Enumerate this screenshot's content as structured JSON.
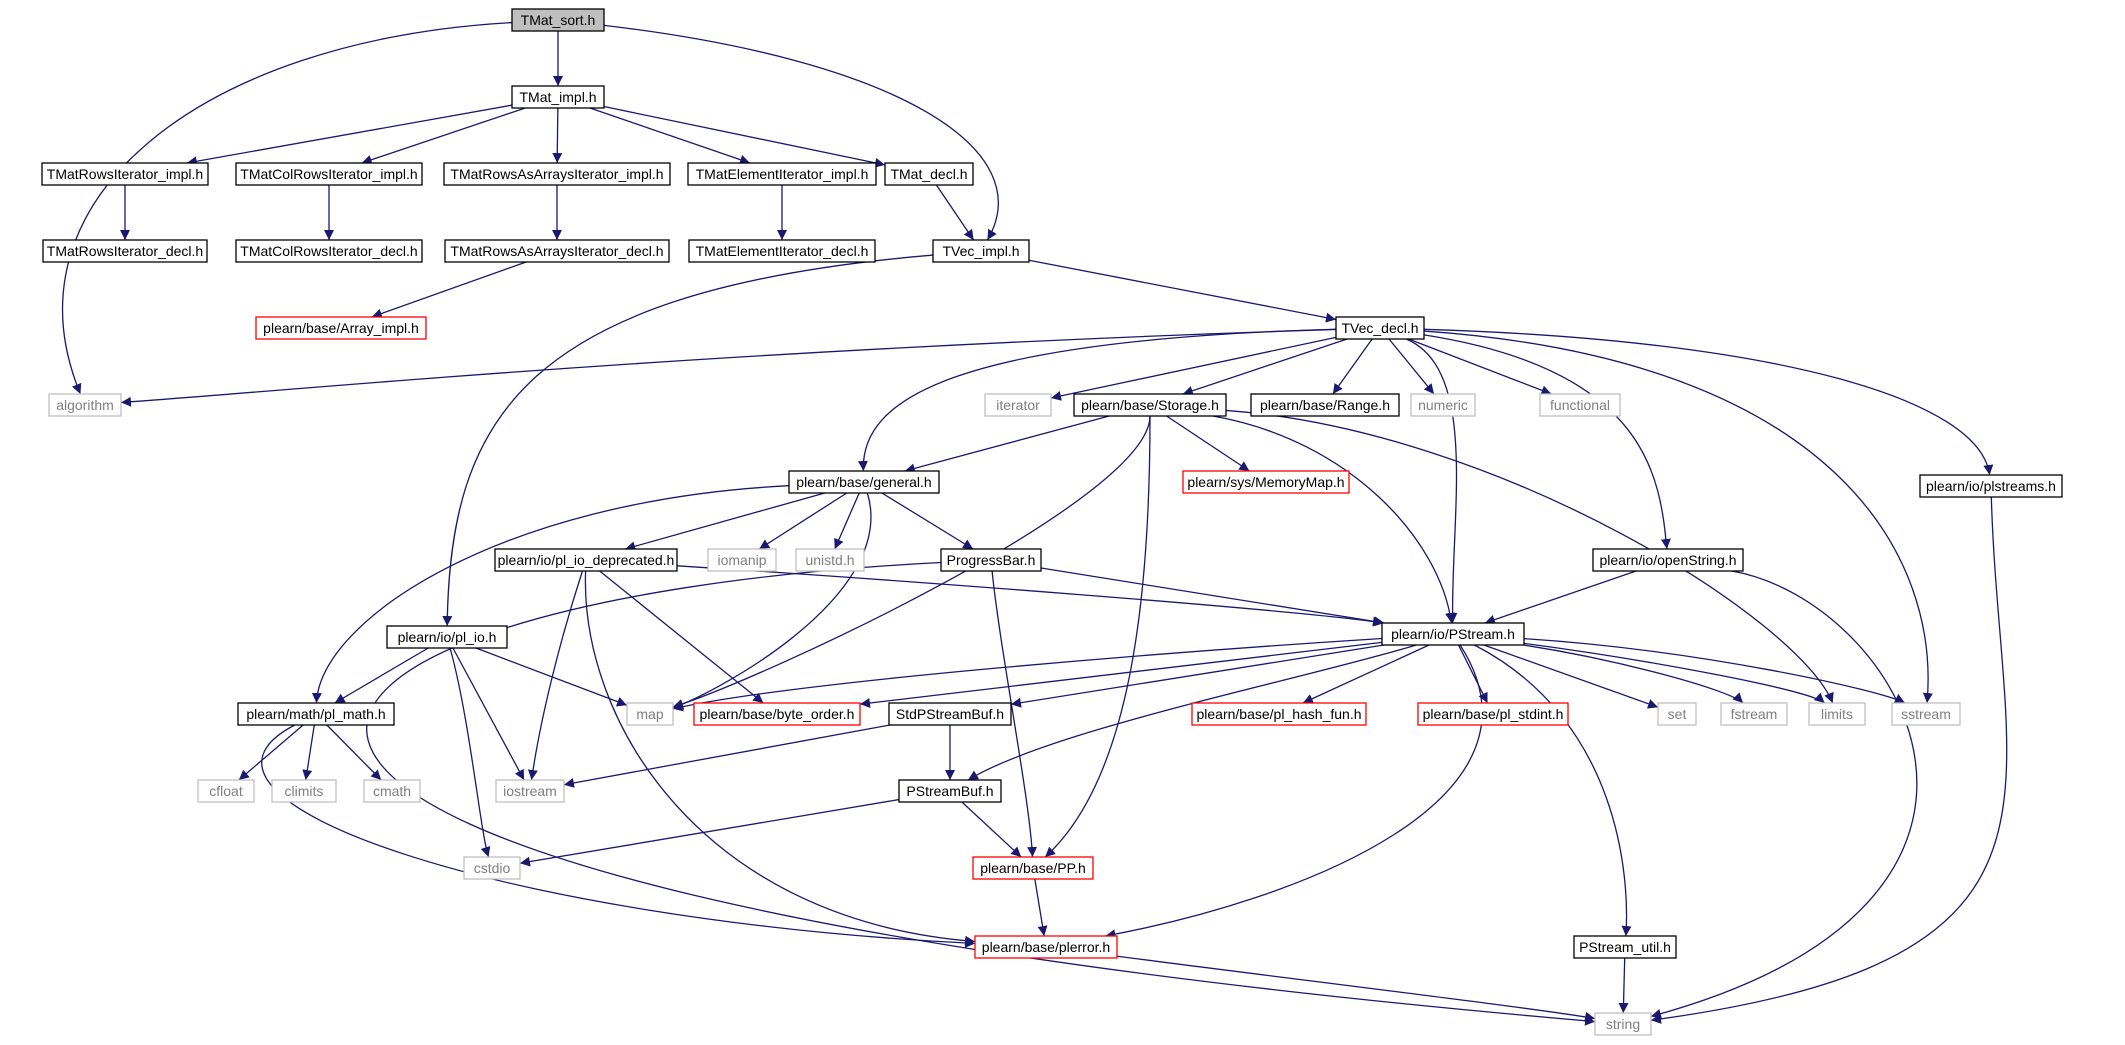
{
  "colors": {
    "edge": "#191970",
    "root_fill": "#bfbfbf",
    "node_border": "#000000",
    "undocumented_border": "#ff0000",
    "external_border": "#bfbfbf",
    "external_text": "#7f7f7f",
    "text": "#000000"
  },
  "nodes": [
    {
      "id": "tmat_sort",
      "label": "TMat_sort.h",
      "kind": "root"
    },
    {
      "id": "tmat_impl",
      "label": "TMat_impl.h",
      "kind": "normal"
    },
    {
      "id": "tmatrowsiter_impl",
      "label": "TMatRowsIterator_impl.h",
      "kind": "normal"
    },
    {
      "id": "tmatcolrowsiter_impl",
      "label": "TMatColRowsIterator_impl.h",
      "kind": "normal"
    },
    {
      "id": "tmatrowsasarrays_impl",
      "label": "TMatRowsAsArraysIterator_impl.h",
      "kind": "normal"
    },
    {
      "id": "tmatelemiter_impl",
      "label": "TMatElementIterator_impl.h",
      "kind": "normal"
    },
    {
      "id": "tmat_decl",
      "label": "TMat_decl.h",
      "kind": "normal"
    },
    {
      "id": "tmatrowsiter_decl",
      "label": "TMatRowsIterator_decl.h",
      "kind": "normal"
    },
    {
      "id": "tmatcolrowsiter_decl",
      "label": "TMatColRowsIterator_decl.h",
      "kind": "normal"
    },
    {
      "id": "tmatrowsasarrays_decl",
      "label": "TMatRowsAsArraysIterator_decl.h",
      "kind": "normal"
    },
    {
      "id": "tmatelemiter_decl",
      "label": "TMatElementIterator_decl.h",
      "kind": "normal"
    },
    {
      "id": "tvec_impl",
      "label": "TVec_impl.h",
      "kind": "normal"
    },
    {
      "id": "array_impl",
      "label": "plearn/base/Array_impl.h",
      "kind": "undocumented"
    },
    {
      "id": "tvec_decl",
      "label": "TVec_decl.h",
      "kind": "normal"
    },
    {
      "id": "algorithm",
      "label": "algorithm",
      "kind": "external"
    },
    {
      "id": "iterator",
      "label": "iterator",
      "kind": "external"
    },
    {
      "id": "storage",
      "label": "plearn/base/Storage.h",
      "kind": "normal"
    },
    {
      "id": "range",
      "label": "plearn/base/Range.h",
      "kind": "normal"
    },
    {
      "id": "numeric",
      "label": "numeric",
      "kind": "external"
    },
    {
      "id": "functional",
      "label": "functional",
      "kind": "external"
    },
    {
      "id": "plstreams",
      "label": "plearn/io/plstreams.h",
      "kind": "normal"
    },
    {
      "id": "general",
      "label": "plearn/base/general.h",
      "kind": "normal"
    },
    {
      "id": "memorymap",
      "label": "plearn/sys/MemoryMap.h",
      "kind": "undocumented"
    },
    {
      "id": "pl_io_deprecated",
      "label": "plearn/io/pl_io_deprecated.h",
      "kind": "normal"
    },
    {
      "id": "iomanip",
      "label": "iomanip",
      "kind": "external"
    },
    {
      "id": "unistd",
      "label": "unistd.h",
      "kind": "external"
    },
    {
      "id": "progressbar",
      "label": "ProgressBar.h",
      "kind": "normal"
    },
    {
      "id": "openstring",
      "label": "plearn/io/openString.h",
      "kind": "normal"
    },
    {
      "id": "pl_io",
      "label": "plearn/io/pl_io.h",
      "kind": "normal"
    },
    {
      "id": "pstream",
      "label": "plearn/io/PStream.h",
      "kind": "normal"
    },
    {
      "id": "pl_math",
      "label": "plearn/math/pl_math.h",
      "kind": "normal"
    },
    {
      "id": "map",
      "label": "map",
      "kind": "external"
    },
    {
      "id": "byte_order",
      "label": "plearn/base/byte_order.h",
      "kind": "undocumented"
    },
    {
      "id": "stdpstreambuf",
      "label": "StdPStreamBuf.h",
      "kind": "normal"
    },
    {
      "id": "pl_hash_fun",
      "label": "plearn/base/pl_hash_fun.h",
      "kind": "undocumented"
    },
    {
      "id": "pl_stdint",
      "label": "plearn/base/pl_stdint.h",
      "kind": "undocumented"
    },
    {
      "id": "set",
      "label": "set",
      "kind": "external"
    },
    {
      "id": "fstream",
      "label": "fstream",
      "kind": "external"
    },
    {
      "id": "limits",
      "label": "limits",
      "kind": "external"
    },
    {
      "id": "sstream",
      "label": "sstream",
      "kind": "external"
    },
    {
      "id": "cfloat",
      "label": "cfloat",
      "kind": "external"
    },
    {
      "id": "climits",
      "label": "climits",
      "kind": "external"
    },
    {
      "id": "cmath",
      "label": "cmath",
      "kind": "external"
    },
    {
      "id": "iostream",
      "label": "iostream",
      "kind": "external"
    },
    {
      "id": "pstreambuf",
      "label": "PStreamBuf.h",
      "kind": "normal"
    },
    {
      "id": "cstdio",
      "label": "cstdio",
      "kind": "external"
    },
    {
      "id": "pp",
      "label": "plearn/base/PP.h",
      "kind": "undocumented"
    },
    {
      "id": "plerror",
      "label": "plearn/base/plerror.h",
      "kind": "undocumented"
    },
    {
      "id": "pstream_util",
      "label": "PStream_util.h",
      "kind": "normal"
    },
    {
      "id": "string",
      "label": "string",
      "kind": "external"
    }
  ],
  "edges": [
    [
      "tmat_sort",
      "tmat_impl"
    ],
    [
      "tmat_sort",
      "algorithm"
    ],
    [
      "tmat_sort",
      "tvec_impl"
    ],
    [
      "tmat_impl",
      "tmatrowsiter_impl"
    ],
    [
      "tmat_impl",
      "tmatcolrowsiter_impl"
    ],
    [
      "tmat_impl",
      "tmatrowsasarrays_impl"
    ],
    [
      "tmat_impl",
      "tmatelemiter_impl"
    ],
    [
      "tmat_impl",
      "tmat_decl"
    ],
    [
      "tmatrowsiter_impl",
      "tmatrowsiter_decl"
    ],
    [
      "tmatcolrowsiter_impl",
      "tmatcolrowsiter_decl"
    ],
    [
      "tmatrowsasarrays_impl",
      "tmatrowsasarrays_decl"
    ],
    [
      "tmatelemiter_impl",
      "tmatelemiter_decl"
    ],
    [
      "tmat_decl",
      "tvec_impl"
    ],
    [
      "tmatrowsasarrays_decl",
      "array_impl"
    ],
    [
      "tvec_impl",
      "tvec_decl"
    ],
    [
      "tvec_impl",
      "pl_io"
    ],
    [
      "tvec_decl",
      "algorithm"
    ],
    [
      "tvec_decl",
      "iterator"
    ],
    [
      "tvec_decl",
      "storage"
    ],
    [
      "tvec_decl",
      "range"
    ],
    [
      "tvec_decl",
      "numeric"
    ],
    [
      "tvec_decl",
      "functional"
    ],
    [
      "tvec_decl",
      "plstreams"
    ],
    [
      "tvec_decl",
      "general"
    ],
    [
      "tvec_decl",
      "openstring"
    ],
    [
      "tvec_decl",
      "pstream"
    ],
    [
      "tvec_decl",
      "sstream"
    ],
    [
      "storage",
      "general"
    ],
    [
      "storage",
      "memorymap"
    ],
    [
      "storage",
      "map"
    ],
    [
      "storage",
      "pp"
    ],
    [
      "storage",
      "pstream"
    ],
    [
      "storage",
      "limits"
    ],
    [
      "plstreams",
      "string"
    ],
    [
      "general",
      "pl_io_deprecated"
    ],
    [
      "general",
      "iomanip"
    ],
    [
      "general",
      "unistd"
    ],
    [
      "general",
      "progressbar"
    ],
    [
      "general",
      "pl_math"
    ],
    [
      "general",
      "map"
    ],
    [
      "pl_io_deprecated",
      "byte_order"
    ],
    [
      "pl_io_deprecated",
      "iostream"
    ],
    [
      "pl_io_deprecated",
      "plerror"
    ],
    [
      "pl_io_deprecated",
      "pstream"
    ],
    [
      "progressbar",
      "pstream"
    ],
    [
      "progressbar",
      "pp"
    ],
    [
      "progressbar",
      "string"
    ],
    [
      "openstring",
      "pstream"
    ],
    [
      "openstring",
      "string"
    ],
    [
      "pl_io",
      "pl_math"
    ],
    [
      "pl_io",
      "map"
    ],
    [
      "pl_io",
      "iostream"
    ],
    [
      "pl_io",
      "cstdio"
    ],
    [
      "pstream",
      "map"
    ],
    [
      "pstream",
      "byte_order"
    ],
    [
      "pstream",
      "stdpstreambuf"
    ],
    [
      "pstream",
      "pstreambuf"
    ],
    [
      "pstream",
      "pl_hash_fun"
    ],
    [
      "pstream",
      "pl_stdint"
    ],
    [
      "pstream",
      "set"
    ],
    [
      "pstream",
      "fstream"
    ],
    [
      "pstream",
      "limits"
    ],
    [
      "pstream",
      "sstream"
    ],
    [
      "pstream",
      "plerror"
    ],
    [
      "pstream",
      "pstream_util"
    ],
    [
      "pl_math",
      "cfloat"
    ],
    [
      "pl_math",
      "climits"
    ],
    [
      "pl_math",
      "cmath"
    ],
    [
      "pl_math",
      "plerror"
    ],
    [
      "stdpstreambuf",
      "pstreambuf"
    ],
    [
      "stdpstreambuf",
      "iostream"
    ],
    [
      "pstreambuf",
      "pp"
    ],
    [
      "pstreambuf",
      "cstdio"
    ],
    [
      "pp",
      "plerror"
    ],
    [
      "plerror",
      "string"
    ],
    [
      "pstream_util",
      "string"
    ]
  ]
}
